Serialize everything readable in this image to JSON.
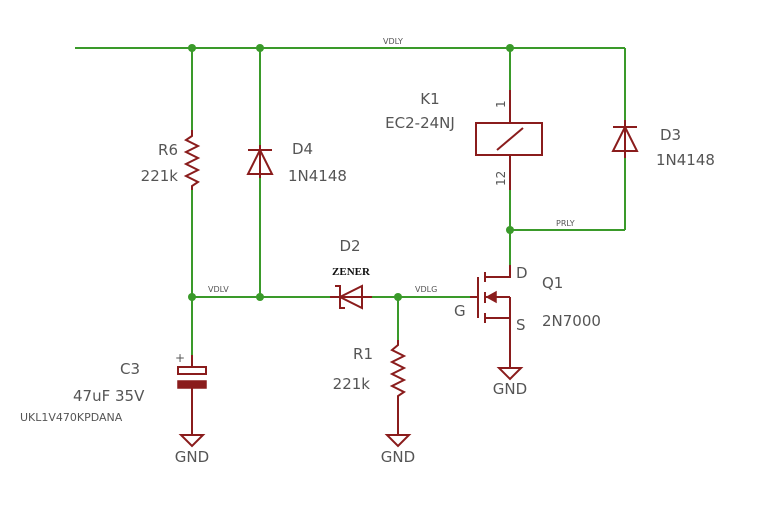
{
  "nets": {
    "vdly": "VDLY",
    "prly": "PRLY",
    "vdlv": "VDLV",
    "vdlg": "VDLG"
  },
  "labels": {
    "gnd": "GND"
  },
  "components": {
    "r6": {
      "ref": "R6",
      "value": "221k"
    },
    "d4": {
      "ref": "D4",
      "value": "1N4148"
    },
    "c3": {
      "ref": "C3",
      "value": "47uF 35V",
      "part": "UKL1V470KPDANA",
      "polarity": "+"
    },
    "d2": {
      "ref": "D2",
      "value": "ZENER"
    },
    "r1": {
      "ref": "R1",
      "value": "221k"
    },
    "q1": {
      "ref": "Q1",
      "value": "2N7000",
      "pin_d": "D",
      "pin_g": "G",
      "pin_s": "S"
    },
    "k1": {
      "ref": "K1",
      "value": "EC2-24NJ",
      "pin1": "1",
      "pin2": "12"
    },
    "d3": {
      "ref": "D3",
      "value": "1N4148"
    }
  },
  "colors": {
    "wire": "#3a9a2a",
    "part": "#8a1c1c",
    "text": "#555555"
  }
}
